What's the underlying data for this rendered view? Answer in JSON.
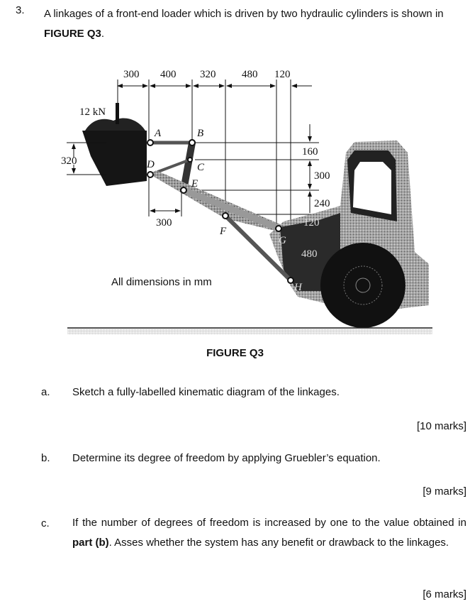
{
  "question": {
    "number": "3.",
    "intro_pre": "A linkages of a front-end loader which is driven by two hydraulic cylinders is shown in ",
    "intro_ref": "FIGURE Q3",
    "intro_post": "."
  },
  "figure": {
    "caption": "FIGURE Q3",
    "note": "All dimensions in mm",
    "load_label": "12 kN",
    "joint_labels": [
      "A",
      "B",
      "C",
      "D",
      "E",
      "F",
      "G",
      "H"
    ],
    "horizontal_dims_top": [
      "300",
      "400",
      "320",
      "480",
      "120"
    ],
    "horizontal_dim_bottom": "300",
    "vertical_dim_left": "320",
    "vertical_dims_right": [
      "160",
      "300",
      "240",
      "120",
      "480"
    ]
  },
  "parts": [
    {
      "letter": "a.",
      "text": "Sketch a fully-labelled kinematic diagram of the linkages.",
      "marks": "[10 marks]"
    },
    {
      "letter": "b.",
      "text": "Determine its degree of freedom by applying Gruebler’s equation.",
      "marks": "[9 marks]"
    },
    {
      "letter": "c.",
      "text_pre": "If the number of degrees of freedom is increased by one to the value obtained in ",
      "text_ref": "part (b)",
      "text_post": ". Asses whether the system has any benefit or drawback to the linkages.",
      "marks": "[6 marks]"
    }
  ]
}
